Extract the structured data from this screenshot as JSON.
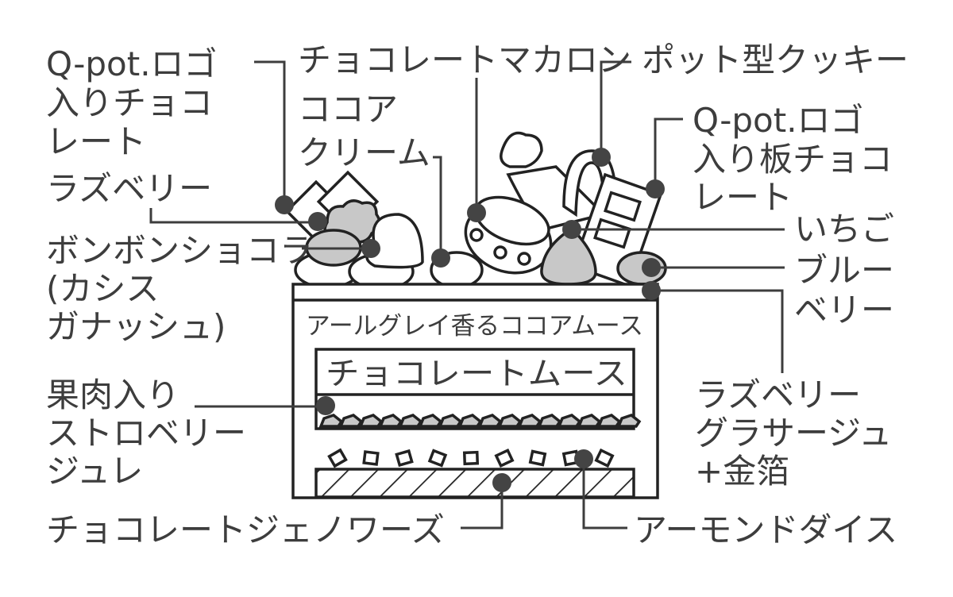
{
  "title": "Cake cross-section diagram",
  "colors": {
    "line": "#3d3d3d",
    "filling": "#c8c8c8"
  },
  "layers": {
    "earl_grey_mousse": "アールグレイ香るココアムース",
    "chocolate_mousse": "チョコレートムース"
  },
  "labels": {
    "logo_choco": [
      "Q-pot.ロゴ",
      "入りチョコ",
      "レート"
    ],
    "raspberry": "ラズベリー",
    "bonbon": [
      "ボンボンショコラ",
      "(カシス",
      "ガナッシュ)"
    ],
    "strawberry_jelly": [
      "果肉入り",
      "ストロベリー",
      "ジュレ"
    ],
    "genoise": "チョコレートジェノワーズ",
    "macaron": "チョコレートマカロン",
    "cocoa_cream": [
      "ココア",
      "クリーム"
    ],
    "pot_cookie": "ポット型クッキー",
    "logo_plate": [
      "Q-pot.ロゴ",
      "入り板チョコ",
      "レート"
    ],
    "strawberry": "いちご",
    "blueberry": [
      "ブルー",
      "ベリー"
    ],
    "glacage": [
      "ラズベリー",
      "グラサージュ",
      "+金箔"
    ],
    "almond": "アーモンドダイス"
  }
}
